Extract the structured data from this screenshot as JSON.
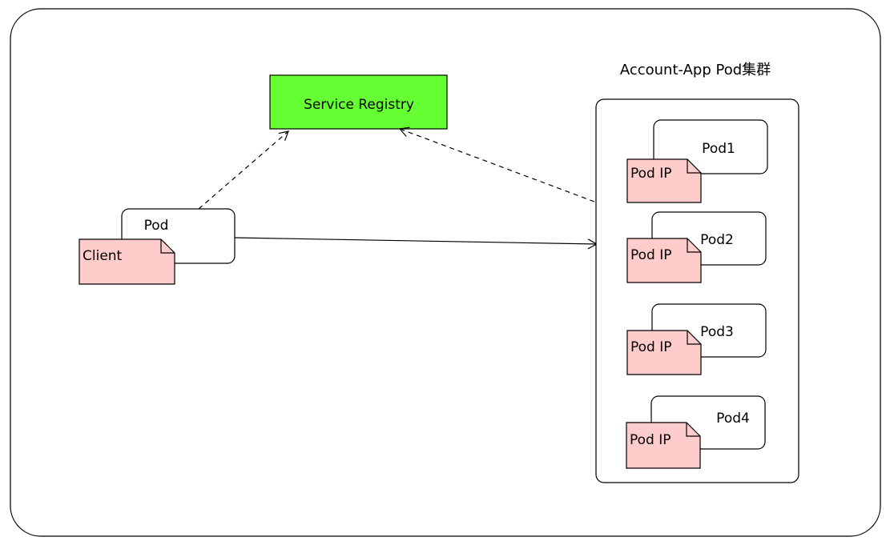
{
  "diagram": {
    "registry": {
      "label": "Service Registry",
      "color": "#66ff33"
    },
    "cluster": {
      "title": "Account-App Pod集群"
    },
    "client": {
      "pod_label": "Pod",
      "tag_label": "Client"
    },
    "pods": [
      {
        "label": "Pod1",
        "tag": "Pod IP"
      },
      {
        "label": "Pod2",
        "tag": "Pod IP"
      },
      {
        "label": "Pod3",
        "tag": "Pod IP"
      },
      {
        "label": "Pod4",
        "tag": "Pod IP"
      }
    ],
    "colors": {
      "note_fill": "#ffcccc",
      "stroke": "#000000"
    }
  }
}
